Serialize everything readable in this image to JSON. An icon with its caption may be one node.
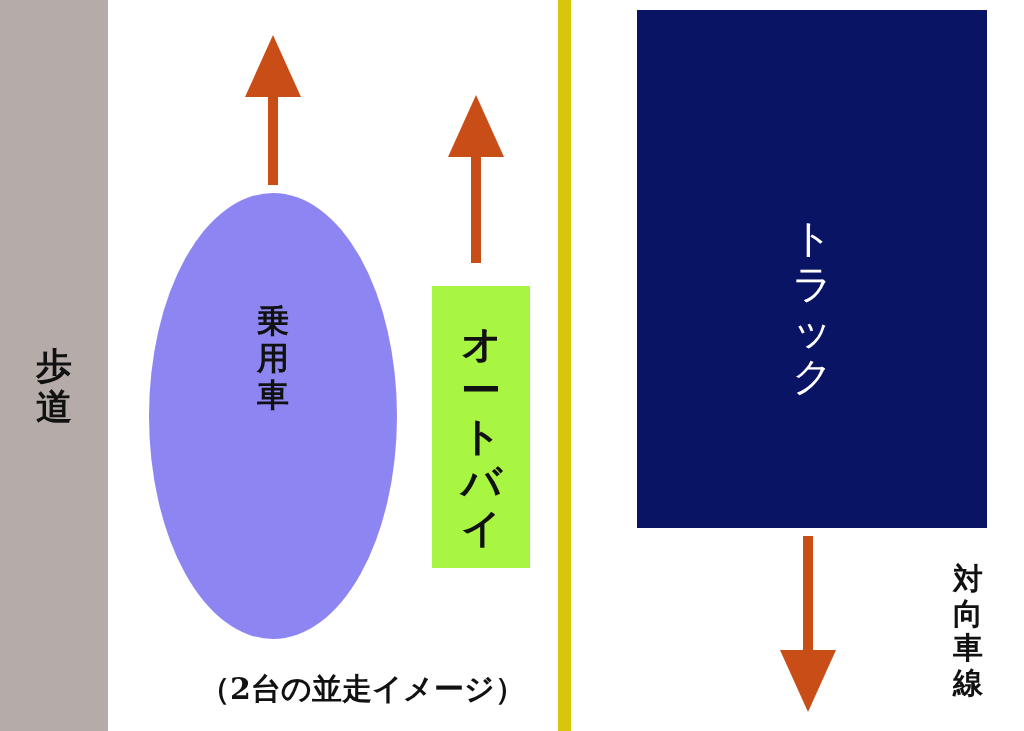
{
  "diagram": {
    "nodes": [
      {
        "text": [
          "歩道"
        ]
      },
      {
        "text": [
          "乗用車"
        ]
      },
      {
        "text": [
          "オートバイ"
        ]
      },
      {
        "text": [
          "トラック"
        ]
      }
    ],
    "labels": [
      "（2台の並走イメージ）",
      "対向車線"
    ]
  }
}
